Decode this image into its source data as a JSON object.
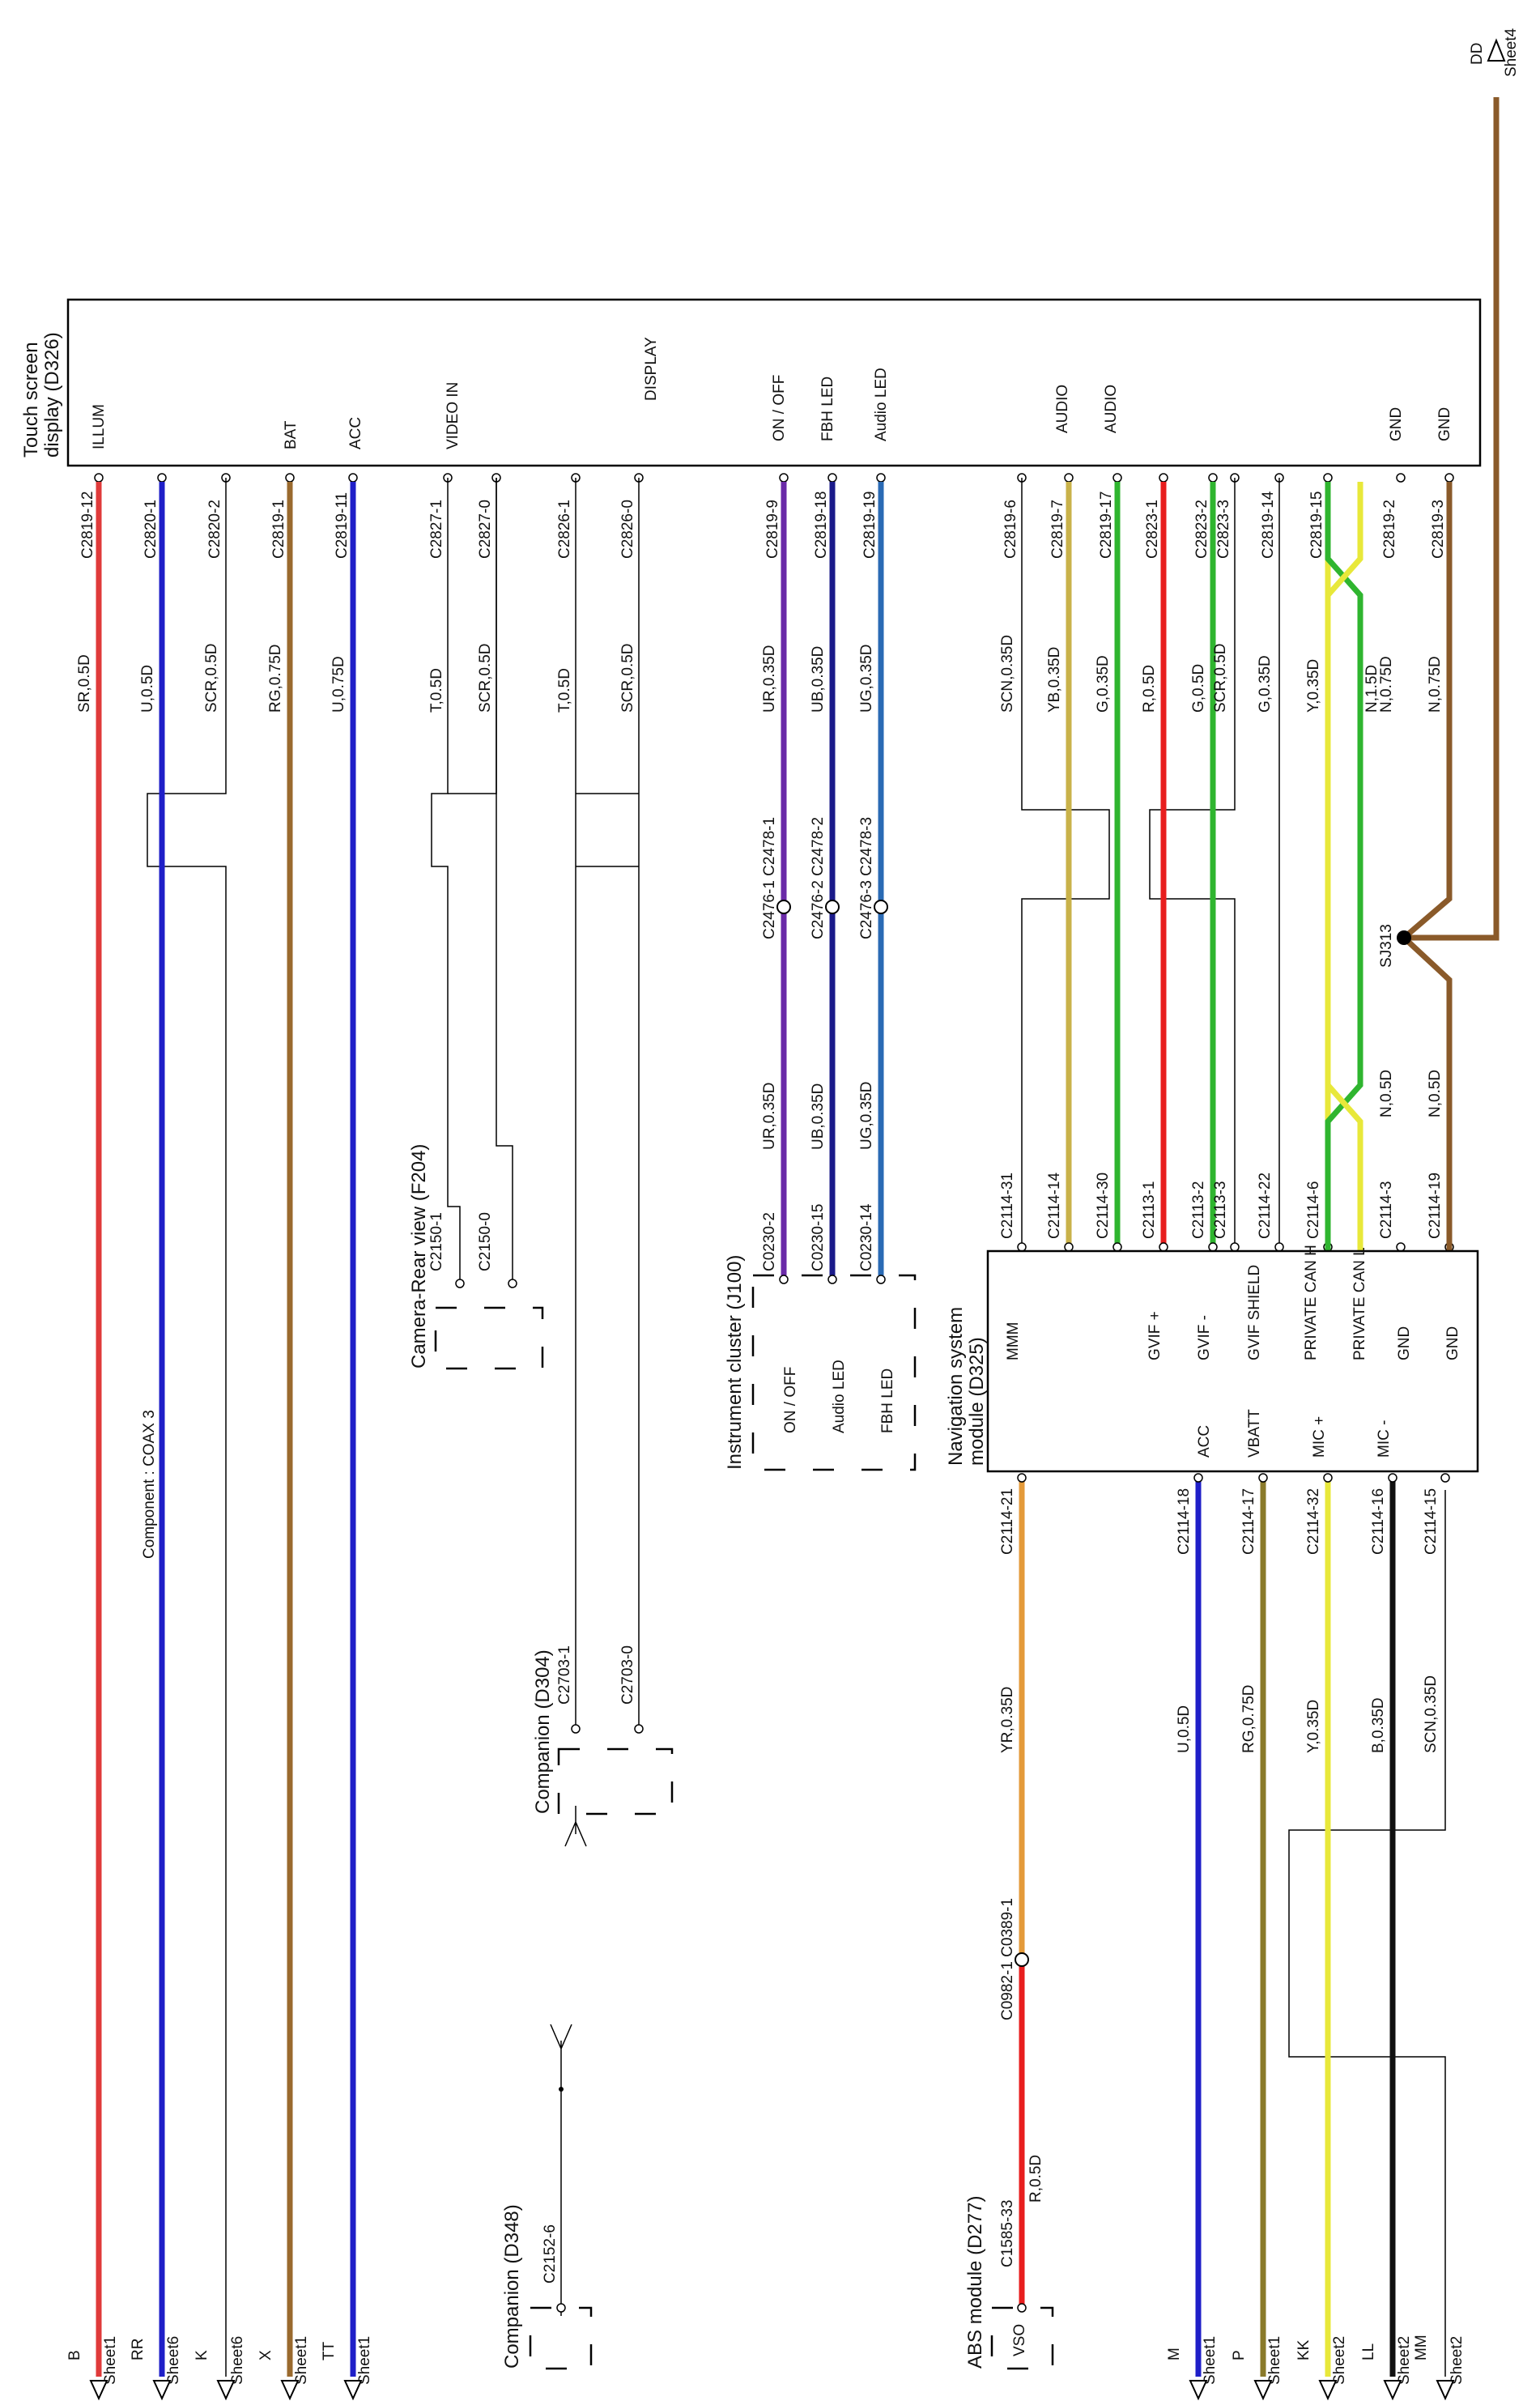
{
  "touch_screen": {
    "title_line1": "Touch screen",
    "title_line2": "display (D326)",
    "functions": {
      "illum": "ILLUM",
      "bat": "BAT",
      "acc": "ACC",
      "video_in": "VIDEO IN",
      "display": "DISPLAY",
      "on_off": "ON / OFF",
      "fbh_led": "FBH LED",
      "audio_led": "Audio LED",
      "audio1": "AUDIO",
      "audio2": "AUDIO",
      "gnd1": "GND",
      "gnd2": "GND"
    },
    "pins": [
      "C2819-12",
      "C2820-1",
      "C2820-2",
      "C2819-1",
      "C2819-11",
      "C2827-1",
      "C2827-0",
      "C2826-1",
      "C2826-0",
      "C2819-9",
      "C2819-18",
      "C2819-19",
      "C2819-6",
      "C2819-7",
      "C2819-17",
      "C2823-1",
      "C2823-2",
      "C2823-3",
      "C2819-14",
      "C2819-15",
      "C2819-2",
      "C2819-3"
    ]
  },
  "left_wires": [
    {
      "name": "SR,0.5D",
      "color": "#e03a3a",
      "net": "B",
      "sheet": "Sheet1"
    },
    {
      "name": "U,0.5D",
      "color": "#1f1fc8",
      "net": "RR",
      "sheet": "Sheet6"
    },
    {
      "name": "SCR,0.5D",
      "color": "#111111",
      "net": "K",
      "sheet": "Sheet6"
    },
    {
      "name": "RG,0.75D",
      "color": "#9a6a2e",
      "net": "X",
      "sheet": "Sheet1"
    },
    {
      "name": "U,0.75D",
      "color": "#1f1fc8",
      "net": "TT",
      "sheet": "Sheet1"
    }
  ],
  "coax_note": "Component : COAX 3",
  "video_wires": [
    "T,0.5D",
    "SCR,0.5D"
  ],
  "display_wires": [
    "T,0.5D",
    "SCR,0.5D"
  ],
  "camera": {
    "title": "Camera-Rear view (F204)",
    "pins": [
      "C2150-1",
      "C2150-0"
    ]
  },
  "companion_d304": {
    "title": "Companion (D304)",
    "pins": [
      "C2703-1",
      "C2703-0"
    ]
  },
  "companion_d348": {
    "title": "Companion (D348)",
    "pin": "C2152-6"
  },
  "cluster_wires": [
    {
      "upper": "UR,0.35D",
      "lower": "UR,0.35D",
      "inline": "C2476-1 C2478-1",
      "color": "#6a2aa8",
      "cluster_pin": "C0230-2",
      "cluster_fn": "ON / OFF"
    },
    {
      "upper": "UB,0.35D",
      "lower": "UB,0.35D",
      "inline": "C2476-2 C2478-2",
      "color": "#1a1a8a",
      "cluster_pin": "C0230-15",
      "cluster_fn": "Audio LED"
    },
    {
      "upper": "UG,0.35D",
      "lower": "UG,0.35D",
      "inline": "C2476-3 C2478-3",
      "color": "#2a6ab4",
      "cluster_pin": "C0230-14",
      "cluster_fn": "FBH LED"
    }
  ],
  "cluster": {
    "title": "Instrument cluster (J100)"
  },
  "nav_wires": [
    {
      "upper": "SCN,0.35D",
      "color": "#111111",
      "nav_pin": "C2114-31"
    },
    {
      "upper": "YB,0.35D",
      "color": "#c9b24a",
      "nav_pin": "C2114-14"
    },
    {
      "upper": "G,0.35D",
      "color": "#2fb52f",
      "nav_pin": "C2114-30"
    },
    {
      "upper": "R,0.5D",
      "color": "#e81e1e",
      "nav_pin": "C2113-1"
    },
    {
      "upper": "G,0.5D",
      "color": "#2fb52f",
      "nav_pin": "C2113-2"
    },
    {
      "upper": "SCR,0.5D",
      "color": "#111111",
      "nav_pin": "C2113-3"
    },
    {
      "upper": "G,0.35D",
      "color": "#111111",
      "nav_pin": "C2114-22"
    },
    {
      "upper": "Y,0.35D",
      "color": "#e8e83a",
      "nav_pin": "C2114-6"
    },
    {
      "upper": "N,0.75D",
      "lower": "N,0.5D",
      "color": "#8a5a2a",
      "nav_pin": "C2114-3"
    },
    {
      "upper": "N,0.75D",
      "lower": "N,0.5D",
      "color": "#8a5a2a",
      "nav_pin": "C2114-19"
    },
    {
      "upper": "N,1.5D",
      "color": "#8a5a2a"
    }
  ],
  "splice": {
    "name": "SJ313",
    "net": "DD",
    "sheet": "Sheet4"
  },
  "nav": {
    "title_line1": "Navigation system",
    "title_line2": "module (D325)",
    "fn_top": [
      "MMM",
      "GVIF +",
      "GVIF -",
      "GVIF SHIELD",
      "PRIVATE CAN H",
      "PRIVATE CAN L",
      "GND",
      "GND"
    ],
    "fn_bottom": [
      "ACC",
      "VBATT",
      "MIC +",
      "MIC -"
    ]
  },
  "bottom_wires": [
    {
      "name": "YR,0.35D",
      "color": "#e49a3a",
      "nav_pin": "C2114-21"
    },
    {
      "name": "U,0.5D",
      "color": "#1f1fc8",
      "nav_pin": "C2114-18",
      "net": "M",
      "sheet": "Sheet1"
    },
    {
      "name": "RG,0.75D",
      "color": "#8a7a2a",
      "nav_pin": "C2114-17",
      "net": "P",
      "sheet": "Sheet1"
    },
    {
      "name": "Y,0.35D",
      "color": "#e8e83a",
      "nav_pin": "C2114-32",
      "net": "KK",
      "sheet": "Sheet2"
    },
    {
      "name": "B,0.35D",
      "color": "#111111",
      "nav_pin": "C2114-16",
      "net": "LL",
      "sheet": "Sheet2"
    },
    {
      "name": "SCN,0.35D",
      "color": "#111111",
      "nav_pin": "C2114-15",
      "net": "MM",
      "sheet": "Sheet2"
    }
  ],
  "abs": {
    "title": "ABS module (D277)",
    "pin": "C1585-33",
    "fn": "VSO",
    "inline": "C0982-1 C0389-1",
    "wire": "R,0.5D",
    "wire_color": "#e81e1e"
  }
}
